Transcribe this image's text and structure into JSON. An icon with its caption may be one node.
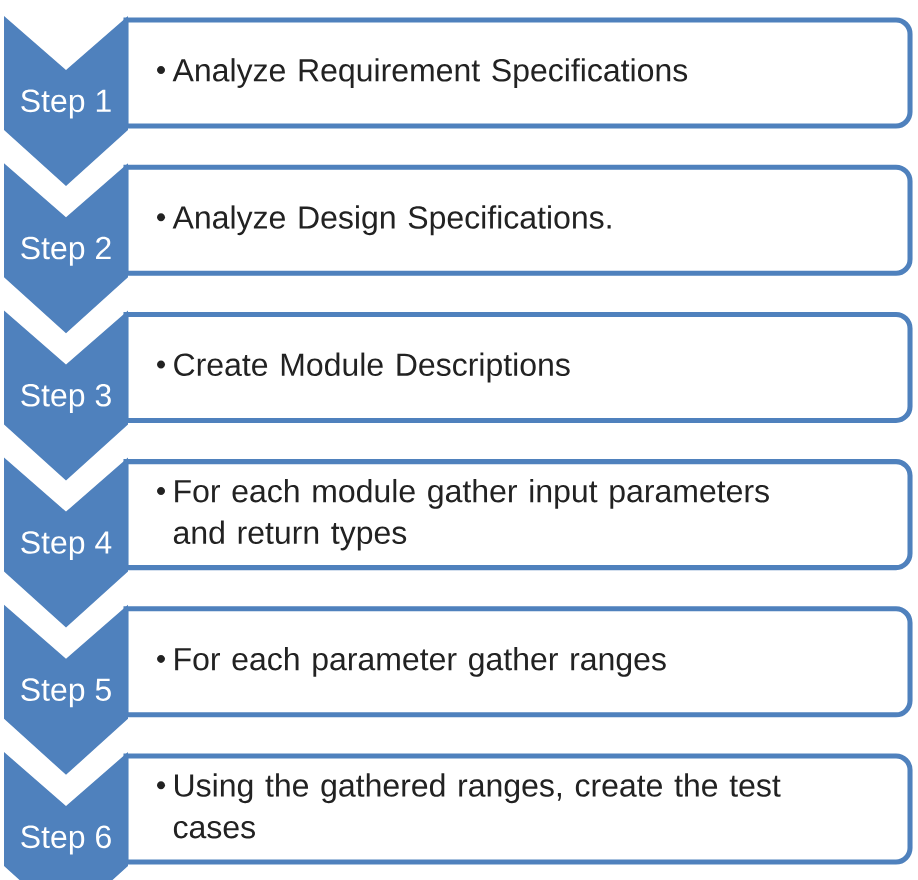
{
  "diagram": {
    "nodes": [
      {
        "text": [
          "Step 1"
        ]
      },
      {
        "text": [
          "Analyze Requirement Specifications"
        ]
      },
      {
        "text": [
          "Step 2"
        ]
      },
      {
        "text": [
          "Analyze Design Specifications."
        ]
      },
      {
        "text": [
          "Step 3"
        ]
      },
      {
        "text": [
          "Create Module Descriptions"
        ]
      },
      {
        "text": [
          "Step 4"
        ]
      },
      {
        "text": [
          "For each module gather input parameters and return types"
        ]
      },
      {
        "text": [
          "Step 5"
        ]
      },
      {
        "text": [
          "For each parameter gather ranges"
        ]
      },
      {
        "text": [
          "Step 6"
        ]
      },
      {
        "text": [
          "Using the gathered ranges, create the test cases"
        ]
      }
    ]
  }
}
